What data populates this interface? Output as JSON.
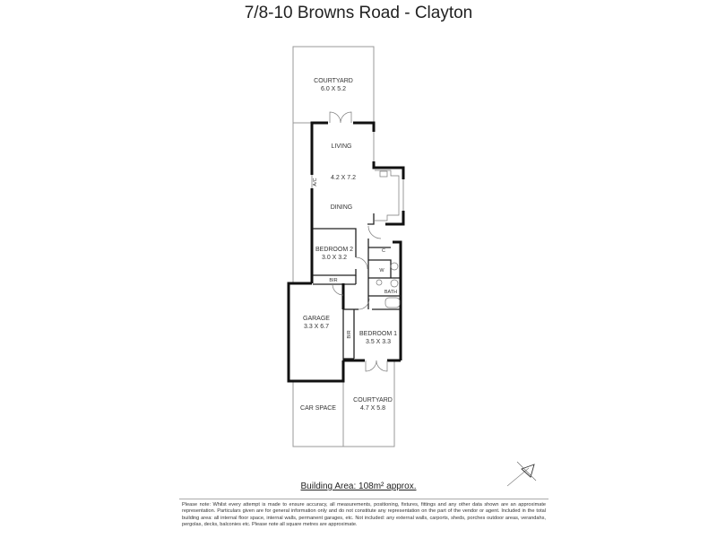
{
  "title": "7/8-10 Browns Road - Clayton",
  "rooms": {
    "courtyard_top": {
      "name": "COURTYARD",
      "size": "6.0 X 5.2"
    },
    "living": {
      "name": "LIVING",
      "size": "4.2 X 7.2"
    },
    "dining": {
      "name": "DINING"
    },
    "ac": "A/C",
    "bedroom2": {
      "name": "BEDROOM 2",
      "size": "3.0 X 3.2"
    },
    "bir_top": "BIR",
    "cupboard": "C",
    "wc": "W",
    "bath": "BATH",
    "garage": {
      "name": "GARAGE",
      "size": "3.3 X 6.7"
    },
    "bir_side": "BIR",
    "bedroom1": {
      "name": "BEDROOM 1",
      "size": "3.5 X 3.3"
    },
    "courtyard_bottom": {
      "name": "COURTYARD",
      "size": "4.7 X 5.8"
    },
    "car_space": "CAR SPACE"
  },
  "compass_icon": "north-arrow-icon",
  "building_area": "Building Area: 108m² approx.",
  "disclaimer": "Please note: Whilst every attempt is made to ensure accuracy, all measurements, positioning, fixtures, fittings and any other data shown are an approximate representation.  Particulars given are for general information only and do not constitute any representation on the part of the vendor or agent. Included in the total building area: all internal floor space, internal walls, permanent garages, etc. Not included: any external walls, carports, sheds, porches outdoor areas, verandahs, pergolas, decks, balconies etc. Please note all square metres are approximate."
}
